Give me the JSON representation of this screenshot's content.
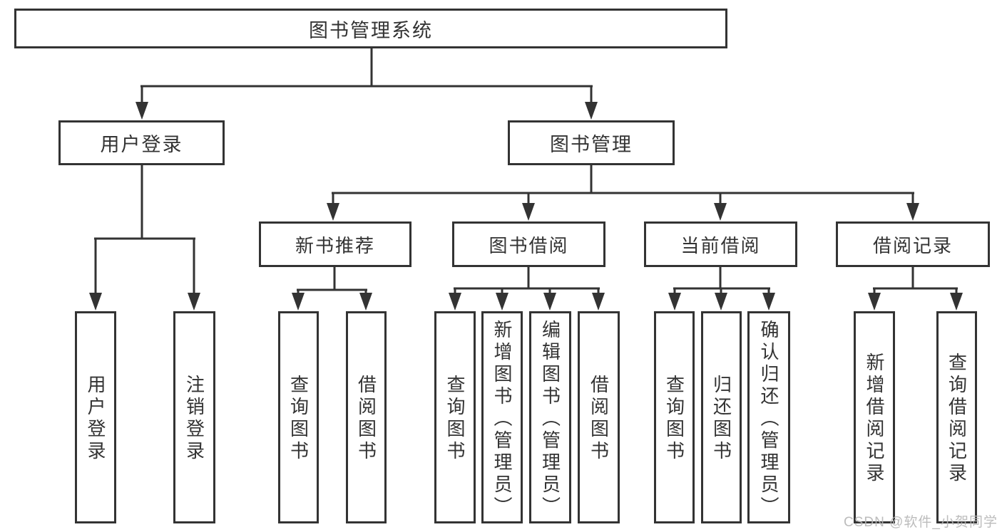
{
  "diagram": {
    "root": "图书管理系统",
    "level2": {
      "user_login": "用户登录",
      "book_mgmt": "图书管理"
    },
    "level3": {
      "new_book": "新书推荐",
      "book_borrow": "图书借阅",
      "current_borrow": "当前借阅",
      "borrow_record": "借阅记录"
    },
    "leaves": {
      "user_login_children": [
        "用户登录",
        "注销登录"
      ],
      "new_book_children": [
        "查询图书",
        "借阅图书"
      ],
      "book_borrow_children": [
        "查询图书",
        "新增图书（管理员）",
        "编辑图书（管理员）",
        "借阅图书"
      ],
      "current_borrow_children": [
        "查询图书",
        "归还图书",
        "确认归还（管理员）"
      ],
      "borrow_record_children": [
        "新增借阅记录",
        "查询借阅记录"
      ]
    },
    "colors": {
      "line": "#333333",
      "text": "#333333",
      "box_background": "#ffffff",
      "watermark": "#b5b5b5"
    },
    "watermark": "CSDN @软件_小贺同学"
  }
}
